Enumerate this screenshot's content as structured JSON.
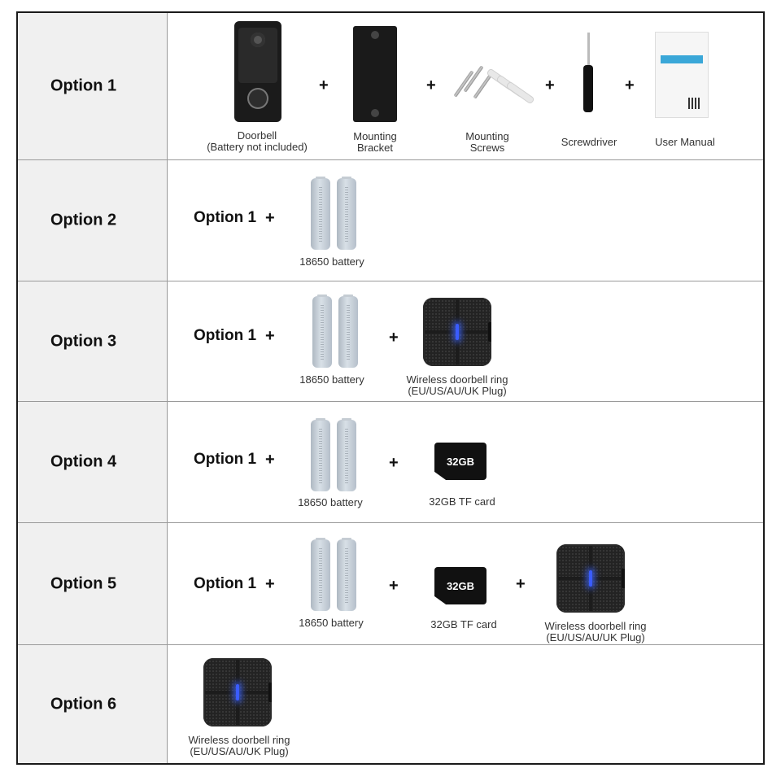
{
  "rows": [
    {
      "label": "Option 1",
      "items": [
        {
          "caption_line1": "Doorbell",
          "caption_line2": "(Battery not included)",
          "icon": "doorbell-icon"
        },
        {
          "caption_line1": "Mounting",
          "caption_line2": "Bracket",
          "icon": "mounting-bracket-icon"
        },
        {
          "caption_line1": "Mounting",
          "caption_line2": "Screws",
          "icon": "screws-icon"
        },
        {
          "caption_line1": "Screwdriver",
          "icon": "screwdriver-icon"
        },
        {
          "caption_line1": "User Manual",
          "icon": "user-manual-icon"
        }
      ]
    },
    {
      "label": "Option 2",
      "ref": "Option 1",
      "battery_caption": "18650 battery"
    },
    {
      "label": "Option 3",
      "ref": "Option 1",
      "battery_caption": "18650 battery",
      "chime_caption_line1": "Wireless doorbell ring",
      "chime_caption_line2": "(EU/US/AU/UK Plug)"
    },
    {
      "label": "Option 4",
      "ref": "Option 1",
      "battery_caption": "18650 battery",
      "sd_text": "32GB",
      "sd_caption": "32GB TF card"
    },
    {
      "label": "Option 5",
      "ref": "Option 1",
      "battery_caption": "18650 battery",
      "sd_text": "32GB",
      "sd_caption": "32GB TF card",
      "chime_caption_line1": "Wireless doorbell ring",
      "chime_caption_line2": "(EU/US/AU/UK Plug)"
    },
    {
      "label": "Option 6",
      "chime_caption_line1": "Wireless doorbell ring",
      "chime_caption_line2": "(EU/US/AU/UK Plug)"
    }
  ],
  "plus_symbol": "+",
  "colors": {
    "label_bg": "#f0f0f0",
    "border": "#1a1a1a",
    "led_blue": "#3a5cff"
  }
}
